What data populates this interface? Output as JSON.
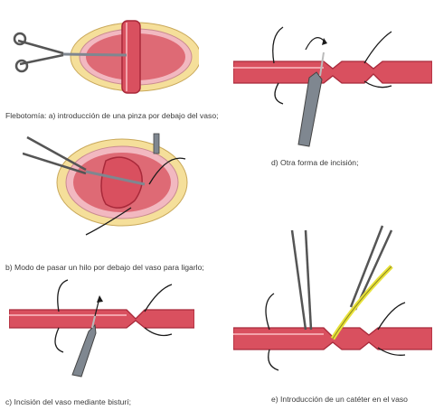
{
  "captions": {
    "a": "Flebotomía: a) introducción de una pinza por debajo del vaso;",
    "b": "b) Modo de pasar un hilo por debajo del vaso para ligarlo;",
    "c": "c) Incisión del vaso mediante bisturí;",
    "d": "d) Otra forma de incisión;",
    "e": "e) Introducción de un catéter en el vaso"
  },
  "colors": {
    "vessel": "#d9505f",
    "vessel_dark": "#a8293a",
    "tissue": "#f2b8c0",
    "fat": "#f5df9a",
    "steel": "#7f8790",
    "catheter": "#e8e23a",
    "thread": "#1a1a1a"
  }
}
